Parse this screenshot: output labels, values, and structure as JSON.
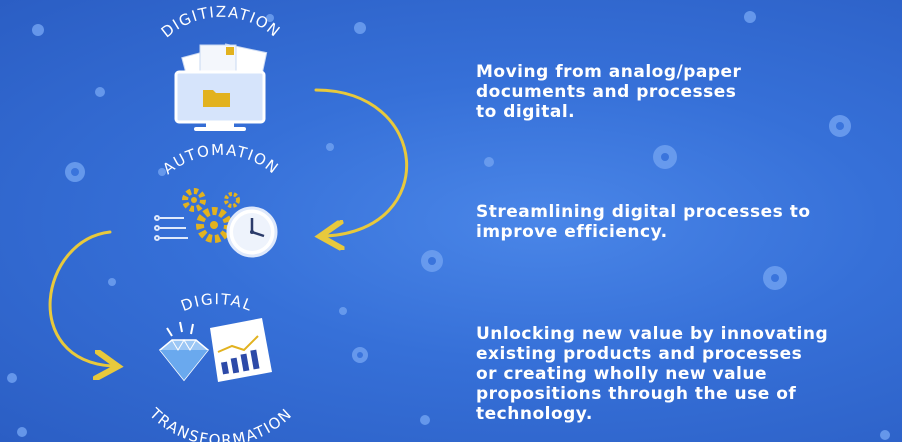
{
  "stages": [
    {
      "title": "DIGITIZATION",
      "description": "Moving from analog/paper\ndocuments and processes\nto digital."
    },
    {
      "title": "AUTOMATION",
      "description": "Streamlining digital processes to\nimprove efficiency."
    },
    {
      "title_top": "DIGITAL",
      "title_bottom": "TRANSFORMATION",
      "description": "Unlocking new value by innovating\nexisting products and processes\nor creating wholly new value\npropositions through the use of\ntechnology."
    }
  ],
  "colors": {
    "background": "#3a74dc",
    "accent_arrow": "#e8c93c",
    "icon_gold": "#e2b21f",
    "text": "#ffffff"
  },
  "icons": [
    "computer-folder-icon",
    "gears-clock-icon",
    "diamond-chart-icon"
  ]
}
